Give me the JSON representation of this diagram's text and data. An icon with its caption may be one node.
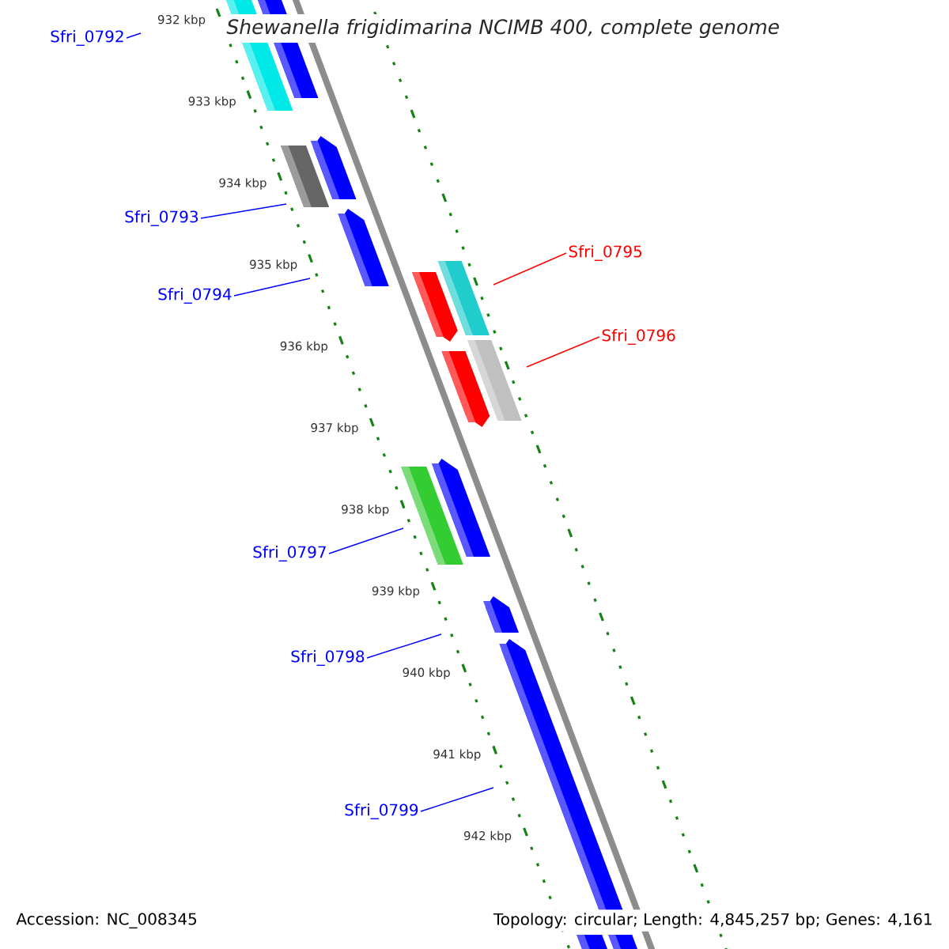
{
  "diagram": {
    "title": "Shewanella frigidimarina NCIMB 400, complete genome",
    "nodes": [
      {
        "text": [
          "Sfri_0792"
        ]
      },
      {
        "text": [
          "Sfri_0793"
        ]
      },
      {
        "text": [
          "Sfri_0794"
        ]
      },
      {
        "text": [
          "Sfri_0795"
        ]
      },
      {
        "text": [
          "Sfri_0796"
        ]
      },
      {
        "text": [
          "Sfri_0797"
        ]
      },
      {
        "text": [
          "Sfri_0798"
        ]
      },
      {
        "text": [
          "Sfri_0799"
        ]
      }
    ],
    "edges": [
      {
        "from": 0,
        "to": null,
        "arrow": "none"
      },
      {
        "from": 1,
        "to": null,
        "arrow": "none"
      },
      {
        "from": 2,
        "to": null,
        "arrow": "none"
      },
      {
        "from": 3,
        "to": null,
        "arrow": "none",
        "color": "#ff0000"
      },
      {
        "from": 4,
        "to": null,
        "arrow": "none",
        "color": "#ff0000"
      },
      {
        "from": 5,
        "to": null,
        "arrow": "none"
      },
      {
        "from": 6,
        "to": null,
        "arrow": "none"
      },
      {
        "from": 7,
        "to": null,
        "arrow": "none"
      }
    ],
    "labels": [
      "932 kbp",
      "933 kbp",
      "934 kbp",
      "935 kbp",
      "936 kbp",
      "937 kbp",
      "938 kbp",
      "939 kbp",
      "940 kbp",
      "941 kbp",
      "942 kbp",
      "Accession: NC_008345",
      "Topology: circular; Length: 4,845,257 bp; Genes: 4,161"
    ]
  }
}
